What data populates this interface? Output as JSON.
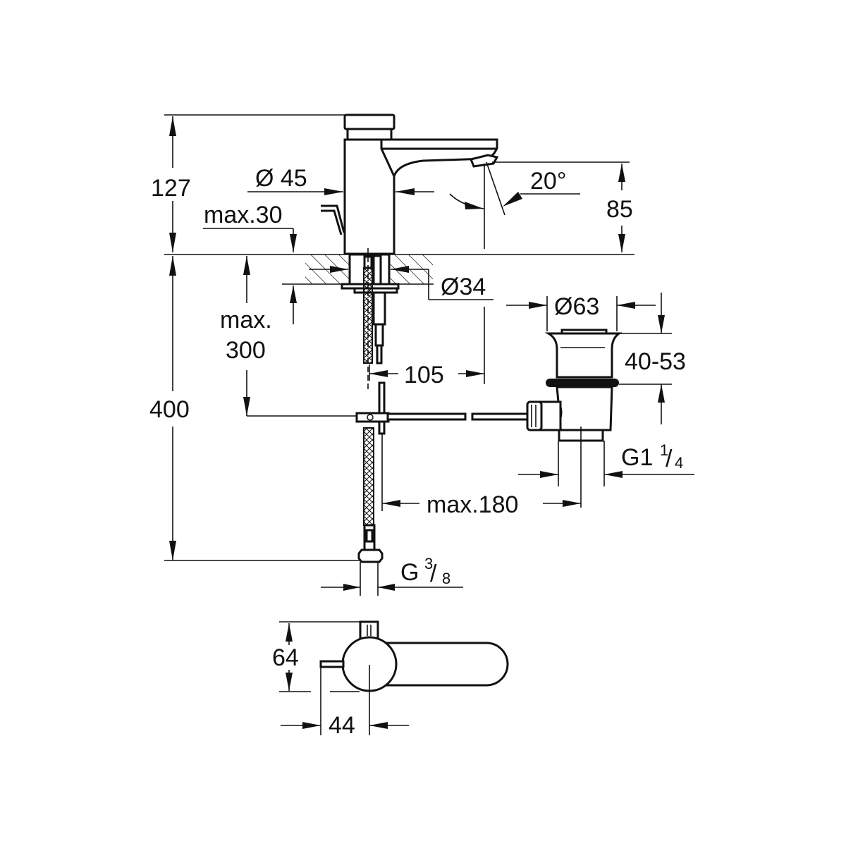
{
  "drawing": {
    "title": "Basin tap technical drawing with dimensions (mm)",
    "views": [
      "front elevation",
      "waste valve",
      "top view"
    ]
  },
  "dimensions": {
    "total_height": "127",
    "body_diameter": "Ø 45",
    "max_deck_thickness": "max.30",
    "spout_angle": "20°",
    "spout_outlet_height": "85",
    "mounting_hole_diameter": "Ø34",
    "max_below_deck_line1": "max.",
    "max_below_deck_line2": "300",
    "spout_reach": "105",
    "waste_diameter": "Ø63",
    "waste_height_range": "40-53",
    "below_deck_length": "400",
    "waste_thread_main": "G1",
    "waste_thread_num": "1",
    "waste_thread_den": "4",
    "max_rod_length": "max.180",
    "supply_thread_main": "G",
    "supply_thread_num": "3",
    "supply_thread_den": "8",
    "top_depth": "64",
    "top_lever_offset": "44"
  }
}
